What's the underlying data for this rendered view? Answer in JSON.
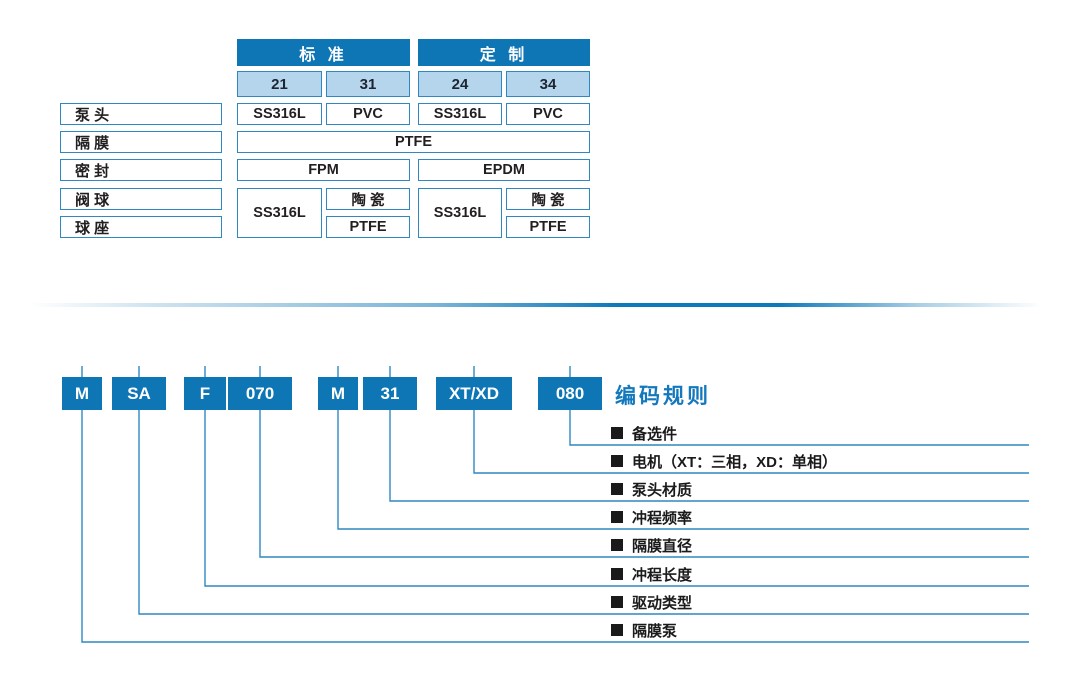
{
  "materials_table": {
    "group_headers": [
      {
        "label": "标 准"
      },
      {
        "label": "定 制"
      }
    ],
    "code_headers": [
      {
        "label": "21"
      },
      {
        "label": "31"
      },
      {
        "label": "24"
      },
      {
        "label": "34"
      }
    ],
    "row_labels": [
      {
        "label": "泵 头"
      },
      {
        "label": "隔 膜"
      },
      {
        "label": "密 封"
      },
      {
        "label": "阀 球"
      },
      {
        "label": "球 座"
      }
    ],
    "cells": {
      "pump_head": [
        "SS316L",
        "PVC",
        "SS316L",
        "PVC"
      ],
      "diaphragm": "PTFE",
      "seal": [
        "FPM",
        "EPDM"
      ],
      "standard_ball_seat": "SS316L",
      "standard_ball": "陶 瓷",
      "standard_seat": "PTFE",
      "custom_ball_seat": "SS316L",
      "custom_ball": "陶 瓷",
      "custom_seat": "PTFE"
    }
  },
  "code_diagram": {
    "title": "编码规则",
    "segments": [
      {
        "code": "M"
      },
      {
        "code": "SA"
      },
      {
        "code": "F"
      },
      {
        "code": "070"
      },
      {
        "code": "M"
      },
      {
        "code": "31"
      },
      {
        "code": "XT/XD"
      },
      {
        "code": "080"
      }
    ],
    "legend": [
      {
        "label": "备选件"
      },
      {
        "label": "电机（XT：三相，XD：单相）"
      },
      {
        "label": "泵头材质"
      },
      {
        "label": "冲程频率"
      },
      {
        "label": "隔膜直径"
      },
      {
        "label": "冲程长度"
      },
      {
        "label": "驱动类型"
      },
      {
        "label": "隔膜泵"
      }
    ]
  },
  "colors": {
    "primary_blue": "#0f76b6",
    "light_blue": "#b5d5ec",
    "border_blue": "#2f88c1",
    "title_blue": "#1478bc",
    "text_dark": "#231f20",
    "legend_square": "#1a1a1a"
  }
}
